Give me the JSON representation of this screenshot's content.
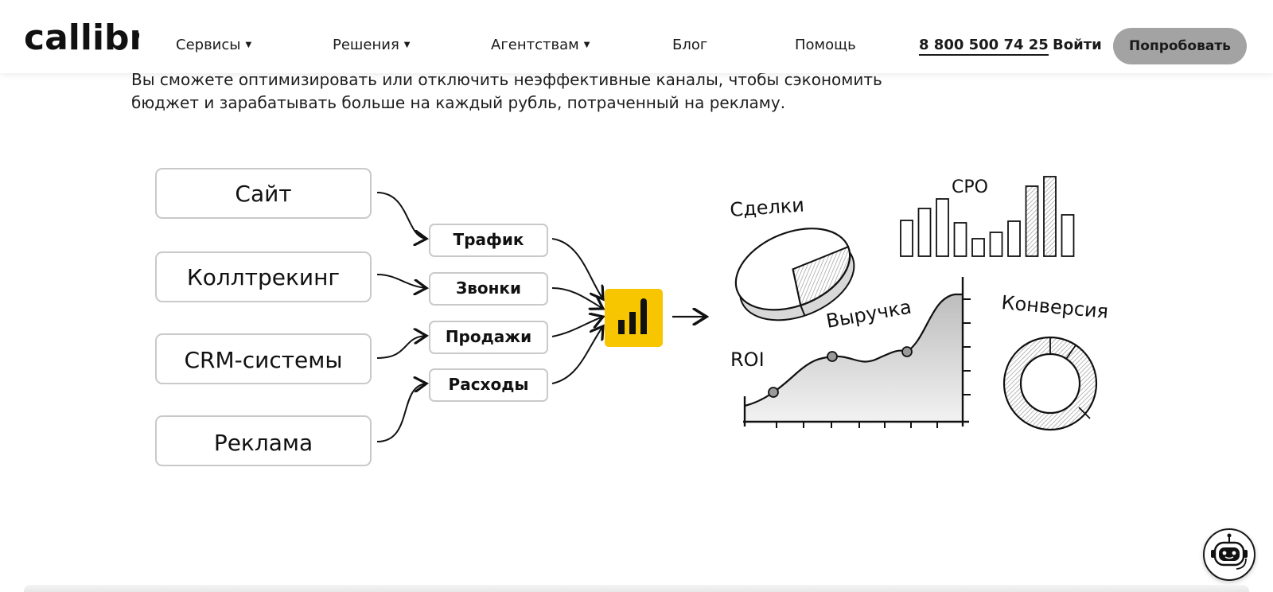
{
  "header": {
    "logo_text": "callibri",
    "nav": [
      {
        "label": "Сервисы",
        "dropdown": true
      },
      {
        "label": "Решения",
        "dropdown": true
      },
      {
        "label": "Агентствам",
        "dropdown": true
      },
      {
        "label": "Блог",
        "dropdown": false
      },
      {
        "label": "Помощь",
        "dropdown": false
      }
    ],
    "phone": "8 800 500 74 25",
    "login_label": "Войти",
    "try_label": "Попробовать"
  },
  "intro": {
    "line1": "Вы сможете оптимизировать или отключить неэффективные каналы, чтобы сэкономить",
    "line2": "бюджет и зарабатывать больше на каждый рубль, потраченный на рекламу."
  },
  "diagram": {
    "sources": [
      "Сайт",
      "Коллтрекинг",
      "CRM-системы",
      "Реклама"
    ],
    "metrics": [
      "Трафик",
      "Звонки",
      "Продажи",
      "Расходы"
    ],
    "hub_icon": "bar-chart-icon",
    "outputs": {
      "deals": "Сделки",
      "cpo": "CPO",
      "revenue": "Выручка",
      "roi": "ROI",
      "conversion": "Конверсия"
    },
    "cpo_bars": [
      0.45,
      0.6,
      0.72,
      0.42,
      0.22,
      0.3,
      0.44,
      0.88,
      1.0,
      0.52
    ],
    "accent_color": "#f7c600"
  },
  "chat": {
    "icon": "robot-chat-icon"
  }
}
